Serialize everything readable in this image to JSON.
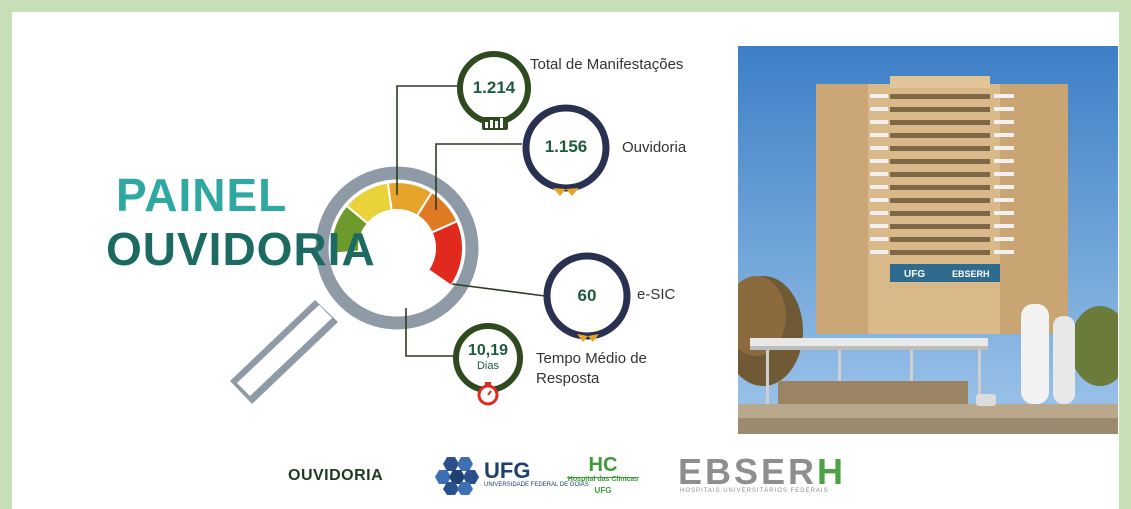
{
  "colors": {
    "frame": "#c6dfb6",
    "title_painel": "#2ea8a0",
    "title_ouvidoria": "#1d6a63",
    "circle_dark_green": "#2e4a1e",
    "circle_navy": "#2a3050",
    "gauge_green": "#6e9a2c",
    "gauge_yellow": "#ead23a",
    "gauge_gold": "#e6a52a",
    "gauge_orange": "#df7a22",
    "gauge_red": "#e02a1e",
    "ebserh_gray": "#8e8e8e",
    "ebserh_green": "#4da246"
  },
  "title": {
    "line1": "PAINEL",
    "line2": "OUVIDORIA"
  },
  "metrics": [
    {
      "value": "1.214",
      "label": "Total de Manifestações",
      "icon": "bar-chart-icon"
    },
    {
      "value": "1.156",
      "label": "Ouvidoria",
      "icon": "award-ribbon-icon"
    },
    {
      "value": "60",
      "label": "e-SIC",
      "icon": "award-ribbon-icon"
    },
    {
      "value": "10,19",
      "value_unit": "Dias",
      "label_line1": "Tempo Médio de",
      "label_line2": "Resposta",
      "icon": "stopwatch-icon"
    }
  ],
  "photo": {
    "sign_text": "UFG EBSERH",
    "icon": "hospital-building-photo"
  },
  "footer": {
    "ouvidoria": "OUVIDORIA",
    "ufg": {
      "name": "UFG",
      "sub": "UNIVERSIDADE FEDERAL DE GOIÁS",
      "icon": "ufg-hexagon-logo-icon"
    },
    "hc": {
      "name": "HC",
      "sub1": "Hospital das Clínicas",
      "sub2": "UFG"
    },
    "ebserh": {
      "name": "EBSER",
      "name_h": "H",
      "sub": "HOSPITAIS UNIVERSITÁRIOS FEDERAIS"
    }
  }
}
